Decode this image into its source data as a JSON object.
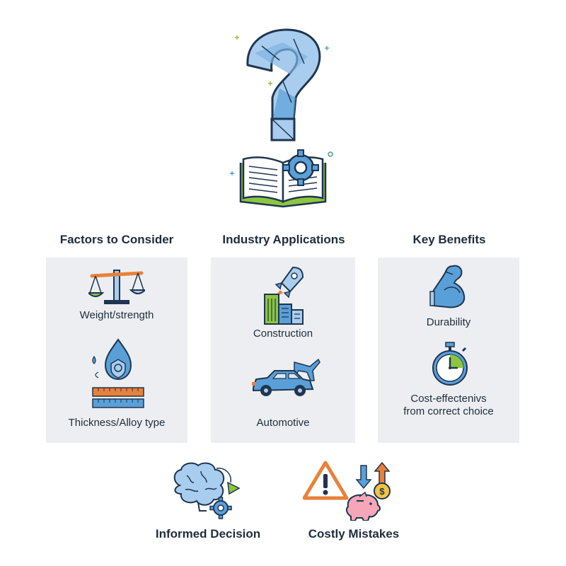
{
  "columns": [
    {
      "title": "Factors to Consider",
      "items": [
        {
          "label": "Weight/strength",
          "icon": "balance-scale-icon"
        },
        {
          "label": "Thickness/Alloy type",
          "icon": "shield-drop-ruler-icon"
        }
      ]
    },
    {
      "title": "Industry Applications",
      "items": [
        {
          "label": "Construction",
          "icon": "rocket-building-icon"
        },
        {
          "label": "Automotive",
          "icon": "car-plane-icon"
        }
      ]
    },
    {
      "title": "Key Benefits",
      "items": [
        {
          "label": "Durability",
          "icon": "flexed-arm-icon"
        },
        {
          "label_line1": "Cost-effectenivs",
          "label_line2": "from correct choice",
          "icon": "stopwatch-icon"
        }
      ]
    }
  ],
  "bottom": [
    {
      "label": "Informed Decision",
      "icon": "brain-gear-icon"
    },
    {
      "label": "Costly Mistakes",
      "icon": "warning-piggybank-icon"
    }
  ],
  "hero": {
    "icon": "question-mark-book-gear-icon"
  },
  "colors": {
    "blue": "#5aa0d8",
    "light_blue": "#a9cdee",
    "navy": "#1f3550",
    "orange": "#e8813a",
    "green": "#8cc63f",
    "panel": "#eceef1"
  }
}
